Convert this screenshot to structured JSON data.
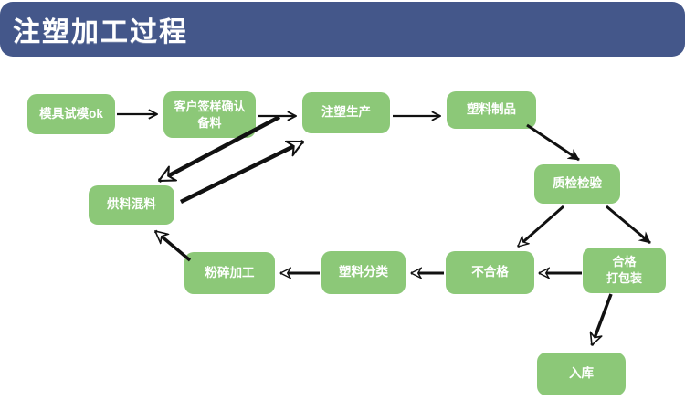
{
  "header": {
    "title": "注塑加工过程",
    "bg_color": "#44578a",
    "text_color": "#ffffff"
  },
  "flowchart": {
    "node_color": "#8cc878",
    "node_text_color": "#ffffff",
    "arrow_color": "#111111",
    "nodes": [
      {
        "id": "mold-trial",
        "label": "模具试模ok"
      },
      {
        "id": "customer-sign-confirm",
        "label": "客户签样确认\n备料"
      },
      {
        "id": "injection-production",
        "label": "注塑生产"
      },
      {
        "id": "plastic-products",
        "label": "塑料制品"
      },
      {
        "id": "quality-inspection",
        "label": "质检检验"
      },
      {
        "id": "qualified-packaging",
        "label": "合格\n打包装"
      },
      {
        "id": "warehouse-in",
        "label": "入库"
      },
      {
        "id": "unqualified",
        "label": "不合格"
      },
      {
        "id": "plastic-sorting",
        "label": "塑料分类"
      },
      {
        "id": "crushing-processing",
        "label": "粉碎加工"
      },
      {
        "id": "drying-mixing",
        "label": "烘料混料"
      }
    ],
    "edges": [
      {
        "from": "mold-trial",
        "to": "customer-sign-confirm"
      },
      {
        "from": "customer-sign-confirm",
        "to": "injection-production"
      },
      {
        "from": "injection-production",
        "to": "plastic-products"
      },
      {
        "from": "plastic-products",
        "to": "quality-inspection"
      },
      {
        "from": "quality-inspection",
        "to": "unqualified"
      },
      {
        "from": "quality-inspection",
        "to": "qualified-packaging"
      },
      {
        "from": "qualified-packaging",
        "to": "unqualified"
      },
      {
        "from": "qualified-packaging",
        "to": "warehouse-in"
      },
      {
        "from": "unqualified",
        "to": "plastic-sorting"
      },
      {
        "from": "plastic-sorting",
        "to": "crushing-processing"
      },
      {
        "from": "crushing-processing",
        "to": "drying-mixing"
      },
      {
        "from": "injection-production",
        "to": "drying-mixing"
      },
      {
        "from": "drying-mixing",
        "to": "injection-production"
      }
    ]
  }
}
